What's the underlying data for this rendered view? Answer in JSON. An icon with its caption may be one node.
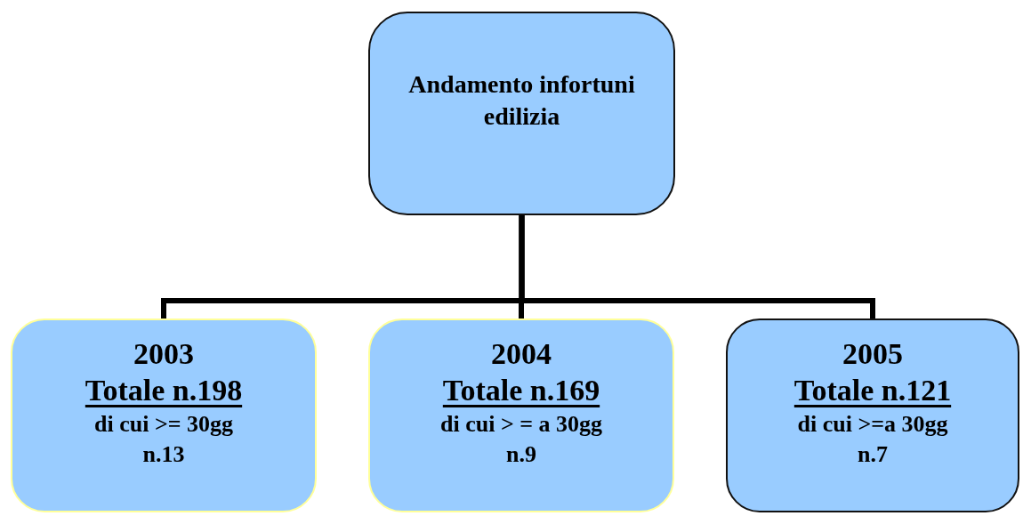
{
  "diagram": {
    "nodes": [
      {
        "text": [
          "Andamento infortuni edilizia"
        ]
      },
      {
        "text": [
          "2003",
          "Totale n.198",
          "di cui >= 30gg n.13"
        ]
      },
      {
        "text": [
          "2004",
          "Totale n.169",
          "di cui > = a 30gg n.9"
        ]
      },
      {
        "text": [
          "2005",
          "Totale n.121",
          "di cui >=a 30gg n.7"
        ]
      }
    ],
    "edges": [
      {
        "from": 0,
        "to": 1,
        "arrow": "none"
      },
      {
        "from": 0,
        "to": 2,
        "arrow": "none"
      },
      {
        "from": 0,
        "to": 3,
        "arrow": "none"
      }
    ]
  }
}
